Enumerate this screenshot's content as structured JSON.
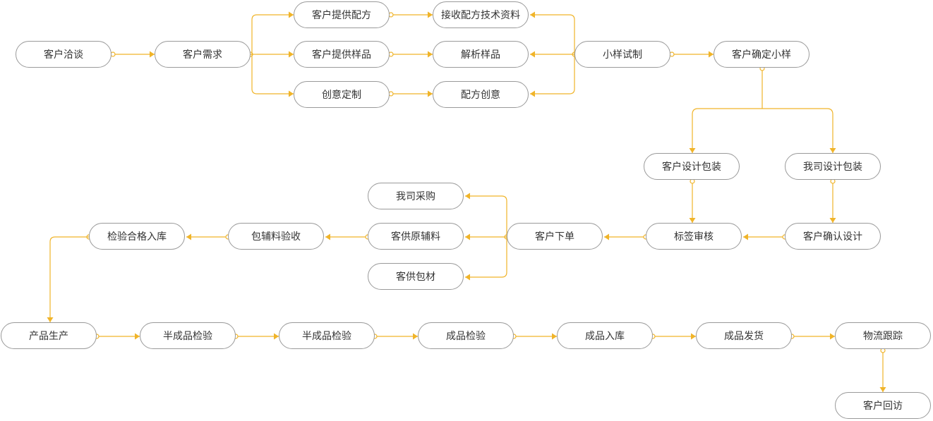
{
  "colors": {
    "edge": "#f0b429",
    "node_border": "#9a9a9a",
    "node_text": "#333333"
  },
  "nodes": {
    "n1": "客户洽谈",
    "n2": "客户需求",
    "n3": "客户提供配方",
    "n4": "客户提供样品",
    "n5": "创意定制",
    "n6": "接收配方技术资料",
    "n7": "解析样品",
    "n8": "配方创意",
    "n9": "小样试制",
    "n10": "客户确定小样",
    "n11": "客户设计包装",
    "n12": "我司设计包装",
    "n13": "标签审核",
    "n14": "客户确认设计",
    "n15": "客户下单",
    "n16": "我司采购",
    "n17": "客供原辅料",
    "n18": "客供包材",
    "n19": "包辅料验收",
    "n20": "检验合格入库",
    "n21": "产品生产",
    "n22": "半成品检验",
    "n23": "半成品检验",
    "n24": "成品检验",
    "n25": "成品入库",
    "n26": "成品发货",
    "n27": "物流跟踪",
    "n28": "客户回访"
  }
}
